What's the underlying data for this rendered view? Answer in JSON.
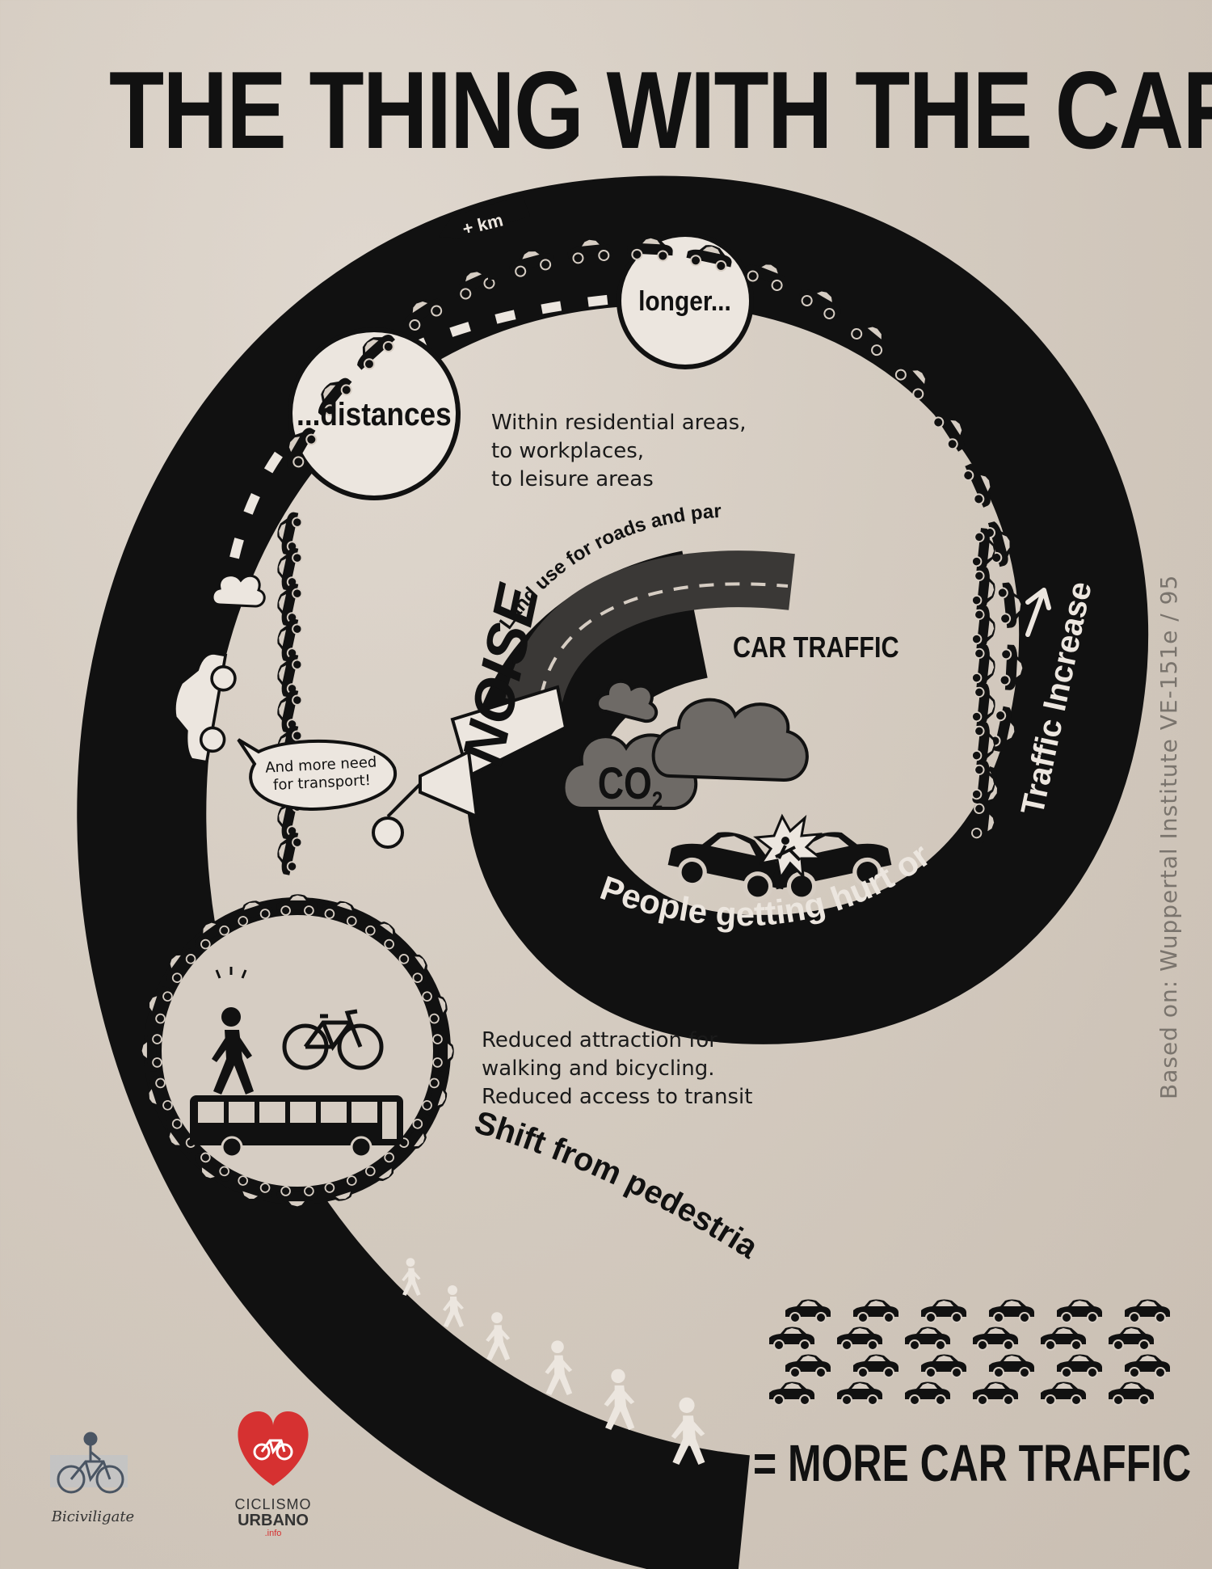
{
  "title": "THE THING WITH THE CAR",
  "sign": "+ km",
  "labels": {
    "longer": "longer...",
    "distances": "...distances",
    "land_use": "Land use for roads and parking",
    "car_traffic": "CAR TRAFFIC",
    "noise": "NOISE",
    "co2": "CO",
    "co2_sub": "2",
    "traffic_increase": "Traffic Increase",
    "people_hurt": "People getting hurt or dying",
    "more_need": "And more need\nfor transport!",
    "shift": "Shift from pedestrian to car"
  },
  "notes": {
    "areas": "Within residential areas,\nto workplaces,\nto leisure areas",
    "attraction": "Reduced attraction for\nwalking and bicycling.\nReduced access to transit"
  },
  "result": "= MORE CAR TRAFFIC",
  "credit": "Based on: Wuppertal Institute VE-151e / 95",
  "logos": {
    "left": "Biciviligate",
    "right_top": "CICLISMO",
    "right_mid": "URBANO",
    "right_small": ".info"
  },
  "colors": {
    "background": "#d6cdc3",
    "road": "#111111",
    "accent": "#d63131",
    "smoke": "#6e6a66"
  },
  "icons": [
    "car-icon",
    "road-sign-icon",
    "smoke-cloud-icon",
    "megaphone-icon",
    "crash-icon",
    "pedestrian-icon",
    "bicycle-icon",
    "bus-icon",
    "heart-bicycle-icon"
  ]
}
